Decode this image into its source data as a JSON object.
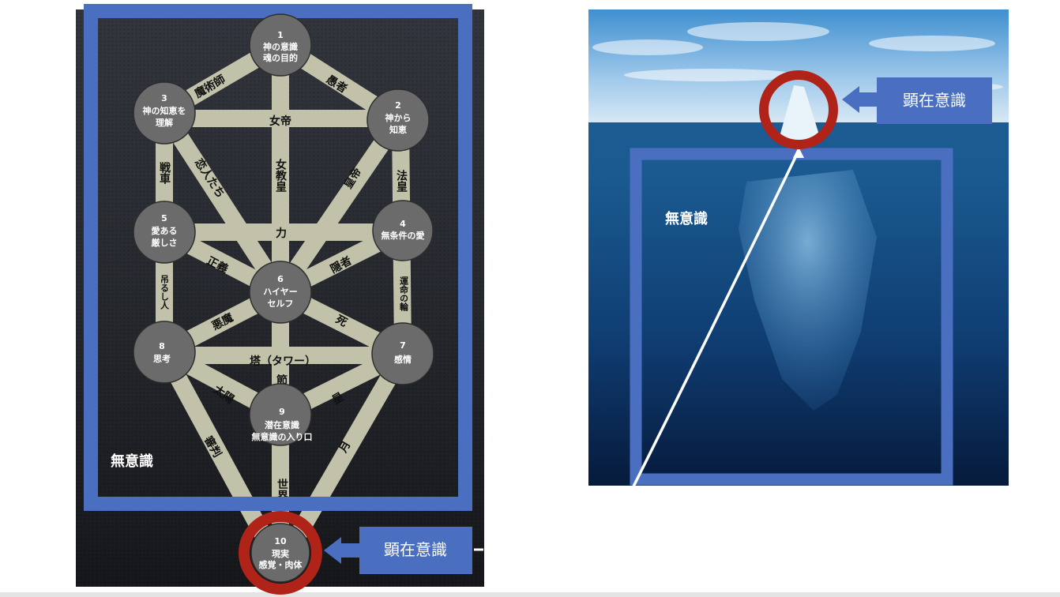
{
  "tree": {
    "nodes": [
      {
        "num": "1",
        "lines": [
          "神の意識",
          "魂の目的"
        ]
      },
      {
        "num": "2",
        "lines": [
          "神から",
          "知恵"
        ]
      },
      {
        "num": "3",
        "lines": [
          "神の知恵を",
          "理解"
        ]
      },
      {
        "num": "4",
        "lines": [
          "無条件の愛"
        ]
      },
      {
        "num": "5",
        "lines": [
          "愛ある",
          "厳しさ"
        ]
      },
      {
        "num": "6",
        "lines": [
          "ハイヤー",
          "セルフ"
        ]
      },
      {
        "num": "7",
        "lines": [
          "感情"
        ]
      },
      {
        "num": "8",
        "lines": [
          "思考"
        ]
      },
      {
        "num": "9",
        "lines": [
          "潜在意識",
          "無意識の入り口"
        ]
      },
      {
        "num": "10",
        "lines": [
          "現実",
          "感覚・肉体"
        ]
      }
    ],
    "paths": {
      "magician": "魔術師",
      "fool": "愚者",
      "empress": "女帝",
      "high_priestess": "女教皇",
      "lovers": "恋人たち",
      "emperor": "皇帝",
      "chariot": "戦車",
      "hierophant": "法皇",
      "strength": "力",
      "justice": "正義",
      "hermit": "隠者",
      "hanged_man": "吊るし人",
      "wheel": "運命の輪",
      "devil": "悪魔",
      "death": "死",
      "tower": "塔（タワー）",
      "temperance": "節制",
      "sun": "太陽",
      "star": "星",
      "judgement": "審判",
      "moon": "月",
      "world": "世界"
    },
    "unconscious_label": "無意識",
    "conscious_label": "顕在意識"
  },
  "iceberg": {
    "unconscious_label": "無意識",
    "conscious_label": "顕在意識"
  },
  "colors": {
    "frame": "#4a6fc0",
    "ring": "#b02318",
    "path": "#c2c2aa",
    "node": "#6b6b6b"
  }
}
